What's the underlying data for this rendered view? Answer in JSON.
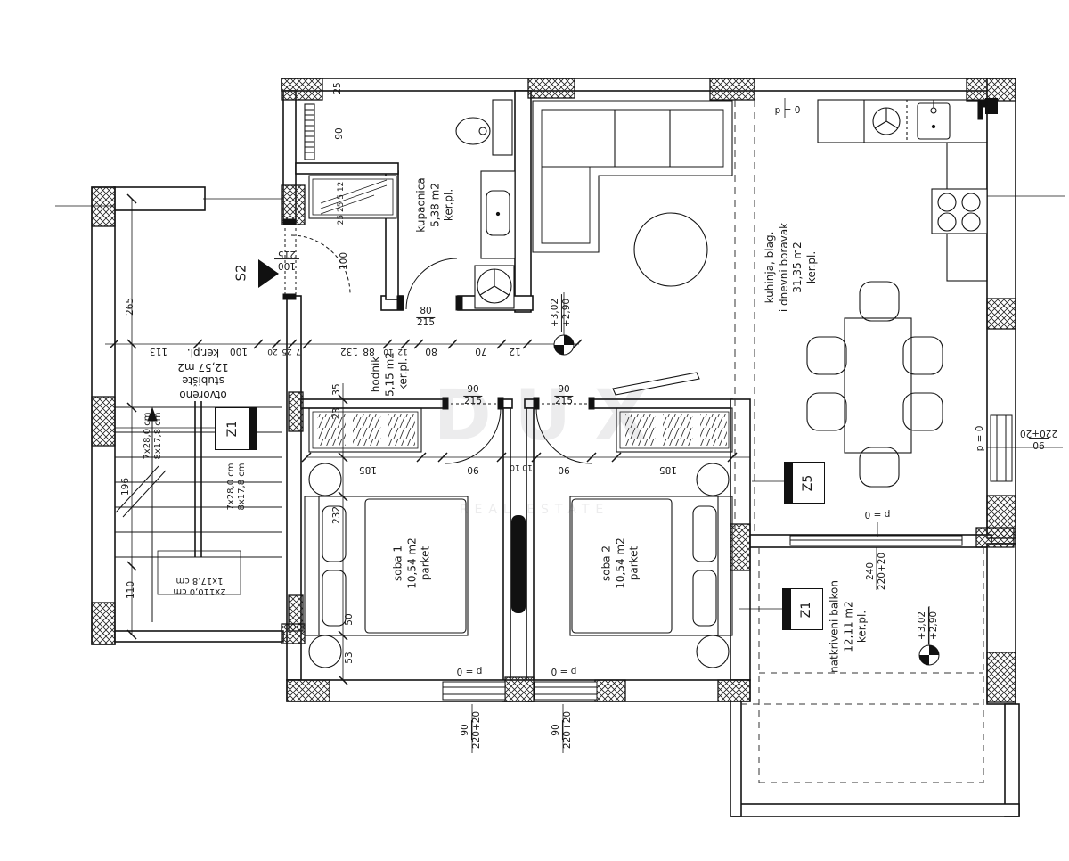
{
  "watermark": {
    "brand": "DUX",
    "tagline": "REAL ESTATE"
  },
  "rooms": {
    "kupaonica": {
      "name": "kupaonica",
      "area": "5,38 m2",
      "floor": "ker.pl."
    },
    "hodnik": {
      "name": "hodnik",
      "area": "5,15 m2",
      "floor": "ker.pl."
    },
    "kuhinja": {
      "line1": "kuhinja, blag.",
      "line2": "i dnevni boravak",
      "area": "31,35 m2",
      "floor": "ker.pl."
    },
    "soba1": {
      "name": "soba 1",
      "area": "10,54 m2",
      "floor": "parket"
    },
    "soba2": {
      "name": "soba 2",
      "area": "10,54 m2",
      "floor": "parket"
    },
    "stubiste": {
      "line1": "otvoreno",
      "line2": "stubište",
      "area": "12,57 m2",
      "floor": "ker.pl."
    },
    "balkon": {
      "name": "natkriveni balkon",
      "area": "12,11 m2",
      "floor": "ker.pl."
    }
  },
  "markers": {
    "s2": "S2",
    "z1_stairs": "Z1",
    "z5": "Z5",
    "z1_balcony": "Z1"
  },
  "levels": {
    "upper": "+3,02",
    "lower": "+2,90",
    "zero": "p = 0"
  },
  "stairs": {
    "flight1_line1": "7x28,0 cm",
    "flight1_line2": "8x17,8 cm",
    "flight2_line1": "7x28,0 cm",
    "flight2_line2": "8x17,8 cm",
    "landing_line1": "2x110,0 cm",
    "landing_line2": "1x17,8 cm"
  },
  "openings": {
    "entry": {
      "w": "100",
      "h": "215"
    },
    "bath_door": {
      "w": "80",
      "h": "215"
    },
    "soba1_door": {
      "w": "90",
      "h": "215"
    },
    "soba2_door": {
      "w": "90",
      "h": "215"
    },
    "balcony_door": {
      "w": "240",
      "h": "220+20"
    },
    "window_right": {
      "w": "90",
      "h": "220+20"
    },
    "window_s1": {
      "w": "90",
      "h": "220+20"
    },
    "window_s2": {
      "w": "90",
      "h": "220+20"
    }
  },
  "dims": {
    "d265": "265",
    "d196": "196",
    "d110": "110",
    "d25": "25",
    "d90w": "90",
    "dstack": "25 25 5 12",
    "d100e": "100",
    "d113": "113",
    "d100": "100",
    "d20": "20",
    "d25b": "25",
    "d7": "7",
    "d132": "132",
    "d88": "88",
    "d10": "10",
    "d12": "12",
    "d80": "80",
    "d70": "70",
    "d12b": "12",
    "d35": "35",
    "d23": "23",
    "d232": "232",
    "d50": "50",
    "d53": "53",
    "d185a": "185",
    "d90a": "90",
    "d10a": "10",
    "d10b": "10",
    "d90b": "90",
    "d185b": "185"
  }
}
